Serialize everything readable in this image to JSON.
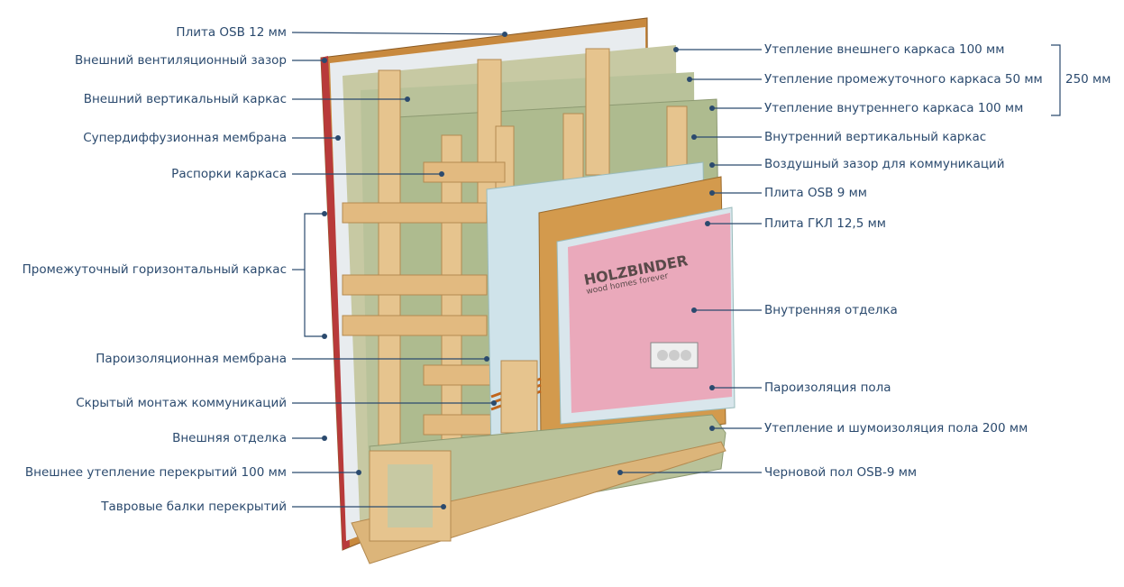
{
  "left_labels": [
    "Плита OSB 12 мм",
    "Внешний вентиляционный зазор",
    "Внешний вертикальный каркас",
    "Супердиффузионная мембрана",
    "Распорки каркаса",
    "Промежуточный горизонтальный каркас",
    "Пароизоляционная мембрана",
    "Скрытый монтаж коммуникаций",
    "Внешняя отделка",
    "Внешнее утепление перекрытий 100 мм",
    "Тавровые балки перекрытий"
  ],
  "right_labels": [
    "Утепление внешнего каркаса 100 мм",
    "Утепление промежуточного каркаса 50 мм",
    "Утепление внутреннего каркаса 100 мм",
    "Внутренний вертикальный каркас",
    "Воздушный зазор для коммуникаций",
    "Плита OSB 9 мм",
    "Плита ГКЛ 12,5 мм",
    "Внутренняя отделка",
    "Пароизоляция пола",
    "Утепление и шумоизоляция пола 200 мм",
    "Черновой пол OSB-9 мм"
  ],
  "total_insulation": "250 мм",
  "brand": {
    "name": "HOLZBINDER",
    "tagline": "wood homes forever"
  },
  "colors": {
    "text": "#2b4a6e",
    "line": "#2b4a6e",
    "osb": "#c8893e",
    "insulation": "#b9c29a",
    "timber": "#e6c48e",
    "drywall": "#c9dde6",
    "finish": "#e9a6b8"
  }
}
